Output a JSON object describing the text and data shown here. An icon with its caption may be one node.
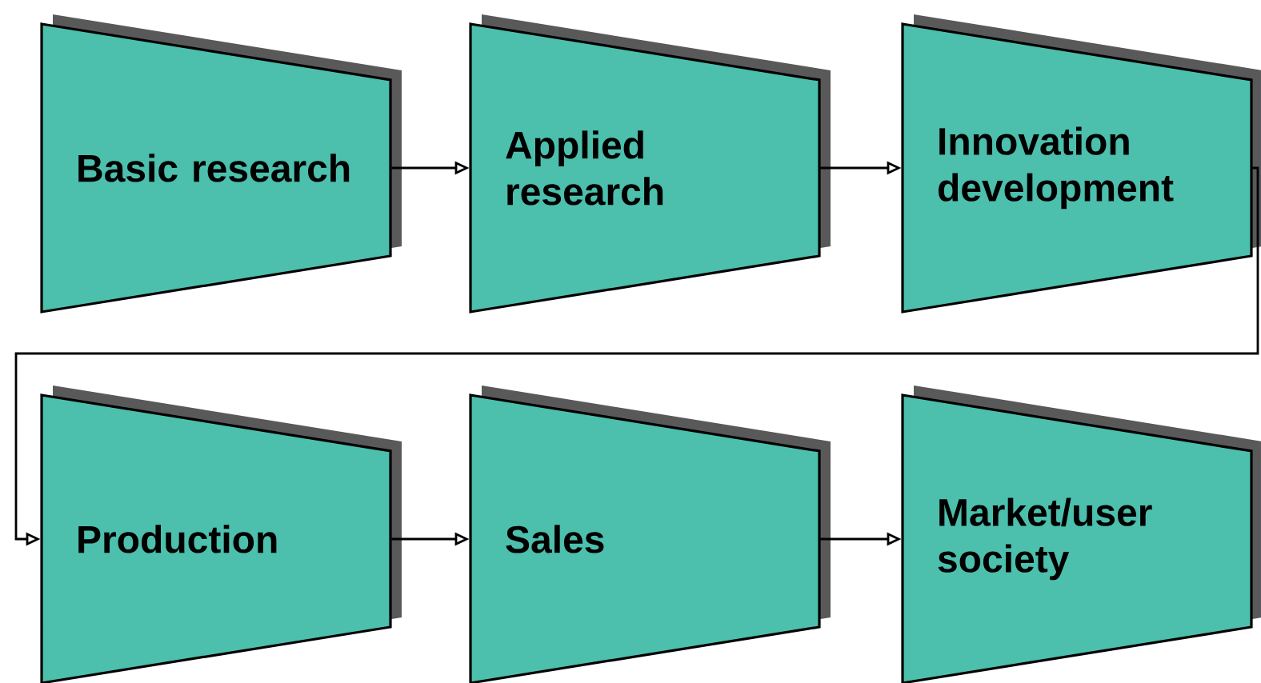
{
  "diagram": {
    "nodes": [
      {
        "text": [
          "Basic research"
        ]
      },
      {
        "text": [
          "Applied research"
        ]
      },
      {
        "text": [
          "Innovation development"
        ]
      },
      {
        "text": [
          "Production"
        ]
      },
      {
        "text": [
          "Sales"
        ]
      },
      {
        "text": [
          "Market/user society"
        ]
      }
    ],
    "edges": [
      {
        "from": 0,
        "to": 1,
        "arrow": "to"
      },
      {
        "from": 1,
        "to": 2,
        "arrow": "to"
      },
      {
        "from": 2,
        "to": 3,
        "arrow": "to"
      },
      {
        "from": 3,
        "to": 4,
        "arrow": "to"
      },
      {
        "from": 4,
        "to": 5,
        "arrow": "to"
      }
    ]
  }
}
